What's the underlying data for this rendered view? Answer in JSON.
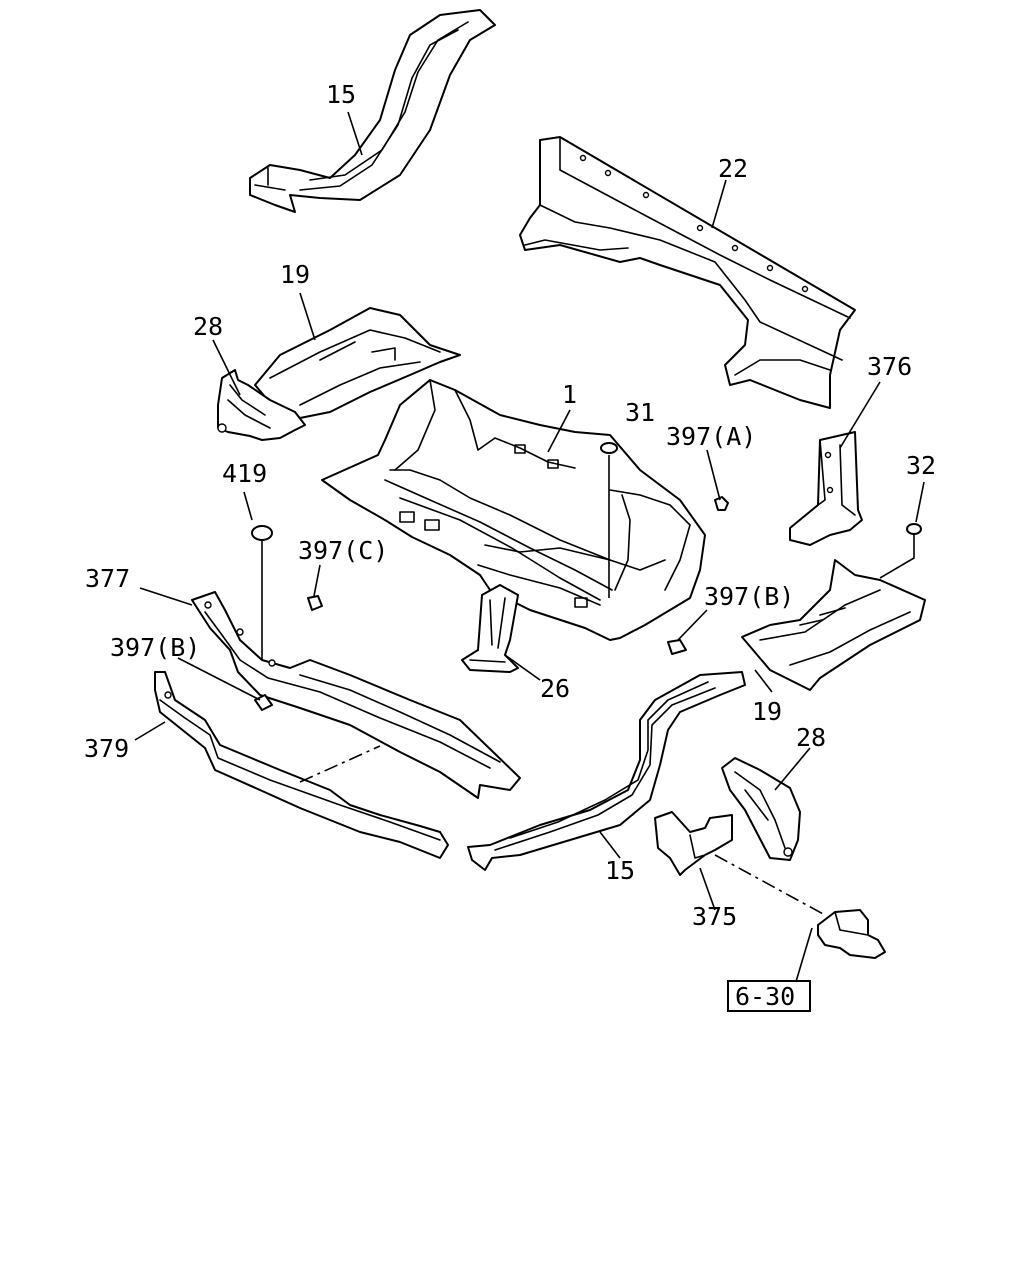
{
  "colors": {
    "line": "#000000",
    "background": "#ffffff"
  },
  "callouts": {
    "c15_top": "15",
    "c22": "22",
    "c19_top": "19",
    "c28_top": "28",
    "c1": "1",
    "c31": "31",
    "c397a": "397(A)",
    "c376": "376",
    "c32": "32",
    "c419": "419",
    "c397c": "397(C)",
    "c377": "377",
    "c397b_left": "397(B)",
    "c397b_right": "397(B)",
    "c26": "26",
    "c19_bottom": "19",
    "c379": "379",
    "c28_bottom": "28",
    "c15_bottom": "15",
    "c375": "375",
    "ref_6_30": "6-30"
  }
}
